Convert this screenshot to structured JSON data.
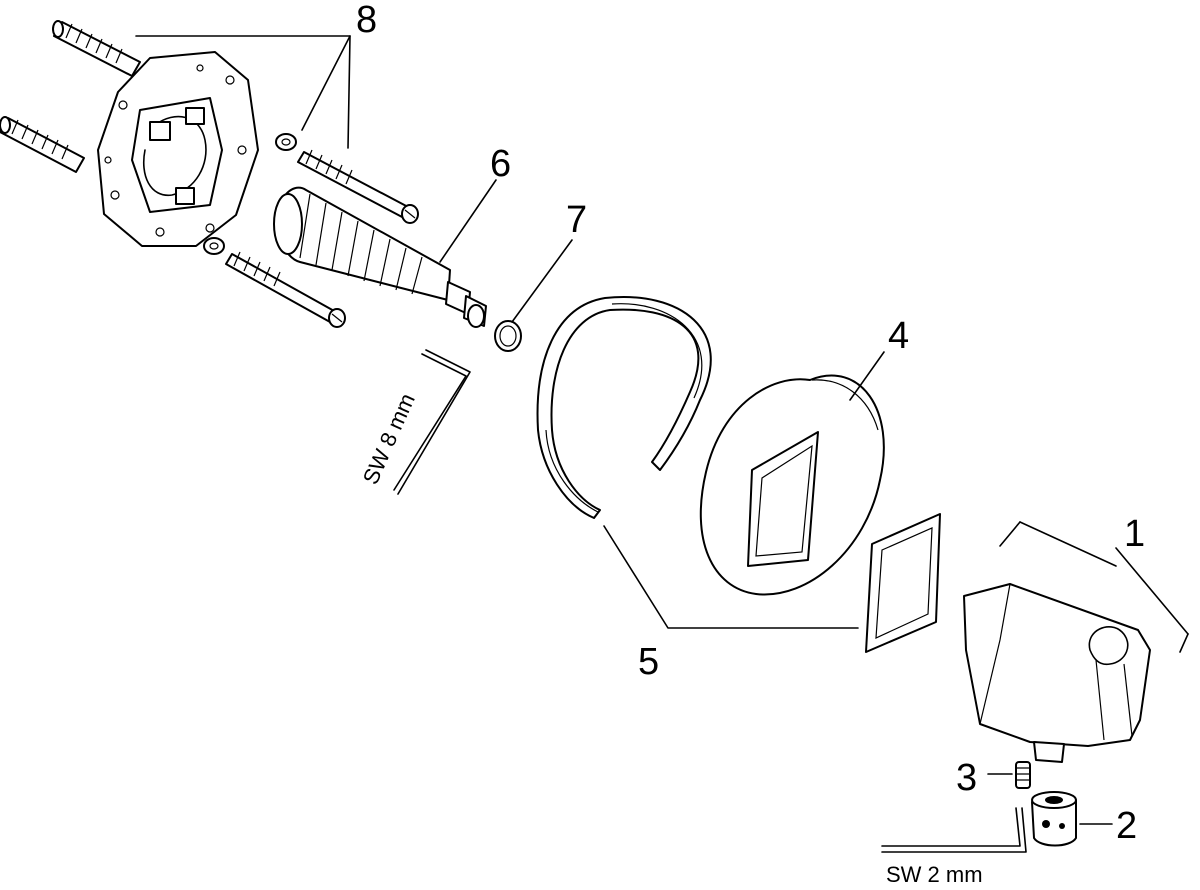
{
  "callouts": {
    "c1": "1",
    "c2": "2",
    "c3": "3",
    "c4": "4",
    "c5": "5",
    "c6": "6",
    "c7": "7",
    "c8": "8"
  },
  "tool_labels": {
    "hex_key_large": "SW 8 mm",
    "hex_key_small": "SW 2 mm"
  }
}
